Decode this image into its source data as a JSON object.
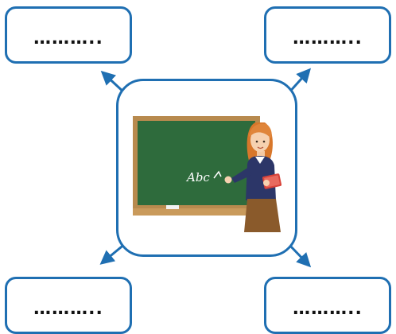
{
  "diagram": {
    "boxes": [
      {
        "position": "top-left",
        "text": "……….."
      },
      {
        "position": "top-right",
        "text": "……….."
      },
      {
        "position": "bottom-left",
        "text": "……….."
      },
      {
        "position": "bottom-right",
        "text": "……….."
      }
    ],
    "center": {
      "chalkboard_text": "Abc"
    }
  },
  "colors": {
    "accent": "#1f6fb2",
    "board": "#2e6b3c",
    "board_frame": "#b88a4e"
  }
}
